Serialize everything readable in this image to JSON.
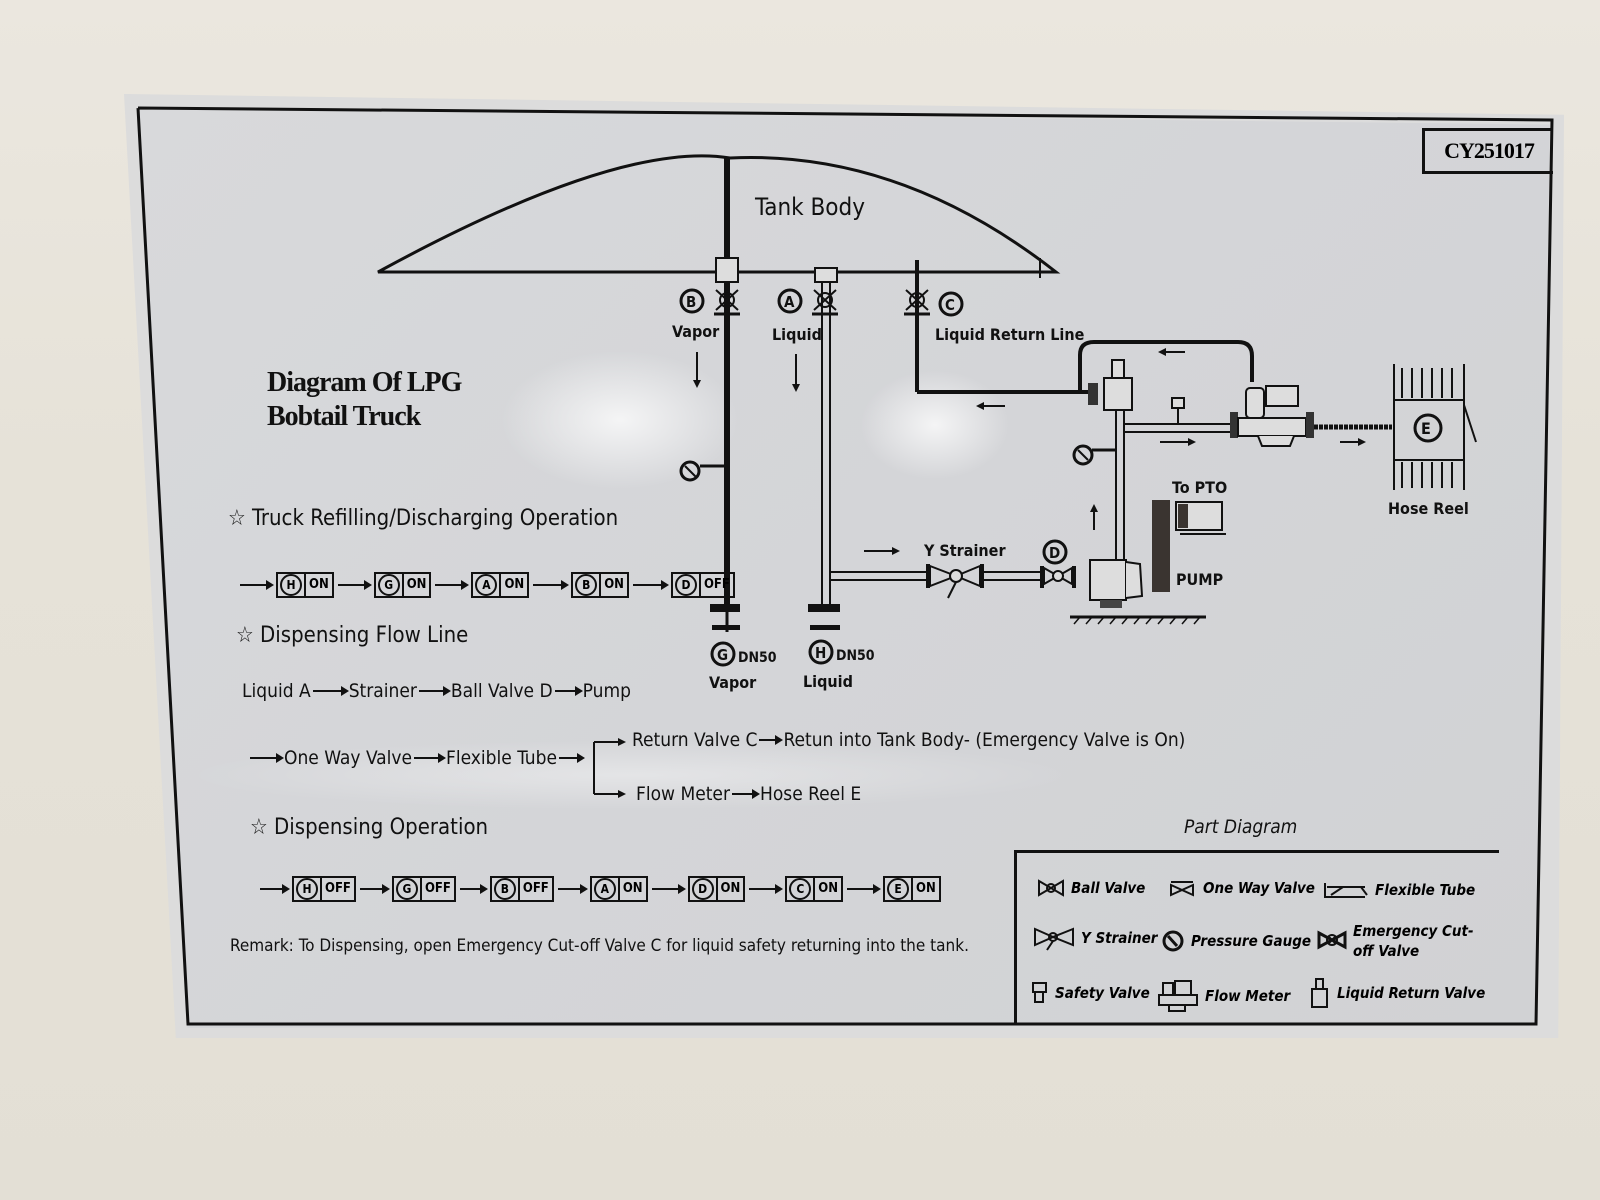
{
  "plate": {
    "code": "CY251017",
    "title_line1": "Diagram Of  LPG",
    "title_line2": "Bobtail Truck"
  },
  "diagram": {
    "tank_label": "Tank Body",
    "valves": [
      {
        "id": "B",
        "label": "Vapor"
      },
      {
        "id": "A",
        "label": "Liquid"
      },
      {
        "id": "C",
        "label": "Liquid Return Line"
      },
      {
        "id": "D",
        "label": ""
      },
      {
        "id": "E",
        "label": "Hose Reel"
      }
    ],
    "outlets": [
      {
        "id": "G",
        "size": "DN50",
        "label": "Vapor"
      },
      {
        "id": "H",
        "size": "DN50",
        "label": "Liquid"
      }
    ],
    "y_strainer_label": "Y Strainer",
    "pto_label": "To PTO",
    "pump_label": "PUMP"
  },
  "sections": {
    "refill": {
      "heading": "Truck Refilling/Discharging Operation",
      "steps": [
        {
          "valve": "H",
          "state": "ON"
        },
        {
          "valve": "G",
          "state": "ON"
        },
        {
          "valve": "A",
          "state": "ON"
        },
        {
          "valve": "B",
          "state": "ON"
        },
        {
          "valve": "D",
          "state": "OFF"
        }
      ]
    },
    "flow_line": {
      "heading": "Dispensing Flow Line",
      "line1": [
        "Liquid A",
        "Strainer",
        "Ball Valve D",
        "Pump"
      ],
      "line2": [
        "One Way Valve",
        "Flexible Tube"
      ],
      "branch_top": [
        "Return Valve C",
        "Retun into Tank Body- (Emergency Valve is On)"
      ],
      "branch_bottom": [
        "Flow Meter",
        "Hose Reel E"
      ]
    },
    "dispensing": {
      "heading": "Dispensing Operation",
      "steps": [
        {
          "valve": "H",
          "state": "OFF"
        },
        {
          "valve": "G",
          "state": "OFF"
        },
        {
          "valve": "B",
          "state": "OFF"
        },
        {
          "valve": "A",
          "state": "ON"
        },
        {
          "valve": "D",
          "state": "ON"
        },
        {
          "valve": "C",
          "state": "ON"
        },
        {
          "valve": "E",
          "state": "ON"
        }
      ]
    },
    "remark": "Remark: To Dispensing, open Emergency Cut-off Valve C for liquid safety returning into the tank."
  },
  "legend": {
    "title": "Part Diagram",
    "items": [
      {
        "icon": "ball-valve-icon",
        "label": "Ball Valve"
      },
      {
        "icon": "one-way-valve-icon",
        "label": "One Way Valve"
      },
      {
        "icon": "flexible-tube-icon",
        "label": "Flexible Tube"
      },
      {
        "icon": "y-strainer-icon",
        "label": "Y Strainer"
      },
      {
        "icon": "pressure-gauge-icon",
        "label": "Pressure Gauge"
      },
      {
        "icon": "emergency-cutoff-valve-icon",
        "label": "Emergency Cut-off Valve"
      },
      {
        "icon": "safety-valve-icon",
        "label": "Safety Valve"
      },
      {
        "icon": "flow-meter-icon",
        "label": "Flow Meter"
      },
      {
        "icon": "liquid-return-valve-icon",
        "label": "Liquid Return Valve"
      }
    ]
  }
}
